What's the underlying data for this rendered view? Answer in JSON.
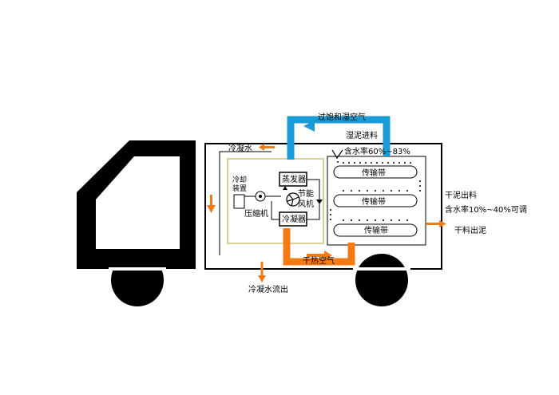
{
  "labels": {
    "humid_air": "过饱和湿空气",
    "wet_feed": "湿泥进料",
    "moisture_in": "含水率60%~83%",
    "condensate_top": "冷凝水",
    "cooling_device": "冷却装置",
    "evaporator": "蒸发器",
    "energy_fan": "节能风机",
    "compressor": "压缩机",
    "condenser": "冷凝器",
    "belt1": "传输带",
    "belt2": "传输带",
    "belt3": "传输带",
    "dry_out_material": "干泥出料",
    "moisture_out": "含水率10%~40%可调",
    "dry_out": "干料出泥",
    "hot_dry_air": "干热空气",
    "condensate_out": "冷凝水流出"
  },
  "colors": {
    "blue_duct": "#1a9ad6",
    "orange_duct": "#f47b14",
    "inner_panel": "#d8cf9a",
    "truck": "#000000"
  }
}
